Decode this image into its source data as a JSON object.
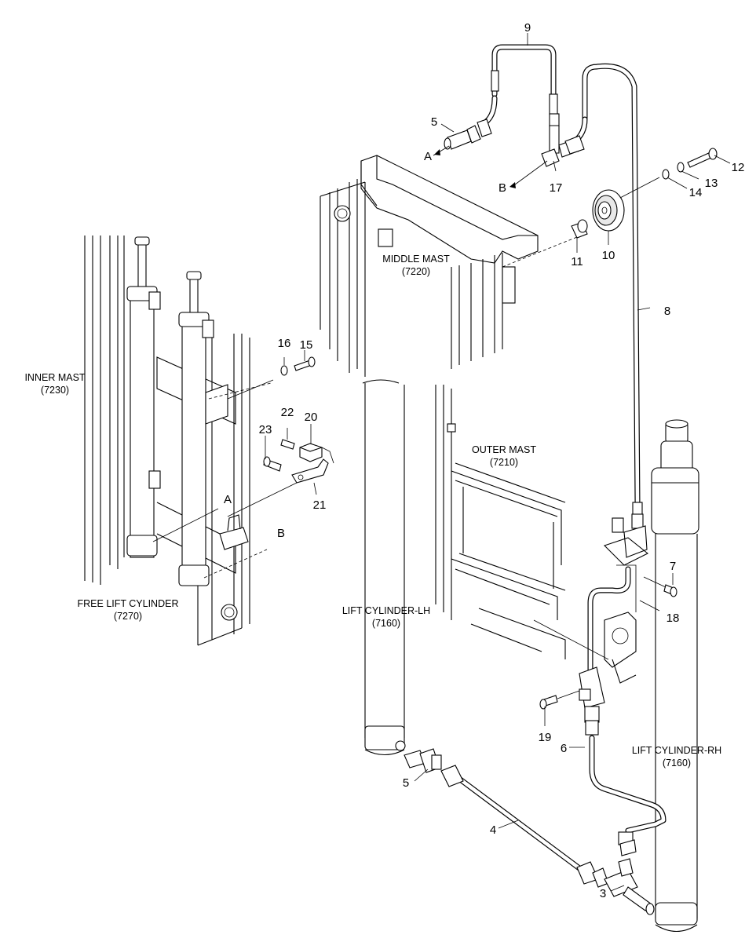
{
  "labels": {
    "inner_mast": "INNER MAST",
    "inner_mast_code": "(7230)",
    "middle_mast": "MIDDLE MAST",
    "middle_mast_code": "(7220)",
    "outer_mast": "OUTER MAST",
    "outer_mast_code": "(7210)",
    "free_lift_cylinder": "FREE LIFT CYLINDER",
    "free_lift_cylinder_code": "(7270)",
    "lift_cylinder_lh": "LIFT CYLINDER-LH",
    "lift_cylinder_lh_code": "(7160)",
    "lift_cylinder_rh": "LIFT CYLINDER-RH",
    "lift_cylinder_rh_code": "(7160)"
  },
  "callouts": {
    "p3": "3",
    "p4": "4",
    "p5a": "5",
    "p5b": "5",
    "p6": "6",
    "p7": "7",
    "p8": "8",
    "p9": "9",
    "p10": "10",
    "p11": "11",
    "p12": "12",
    "p13": "13",
    "p14": "14",
    "p15": "15",
    "p16": "16",
    "p17": "17",
    "p18": "18",
    "p19": "19",
    "p20": "20",
    "p21": "21",
    "p22": "22",
    "p23": "23"
  },
  "refs": {
    "a_top": "A",
    "b_top": "B",
    "a_left": "A",
    "b_left": "B"
  }
}
